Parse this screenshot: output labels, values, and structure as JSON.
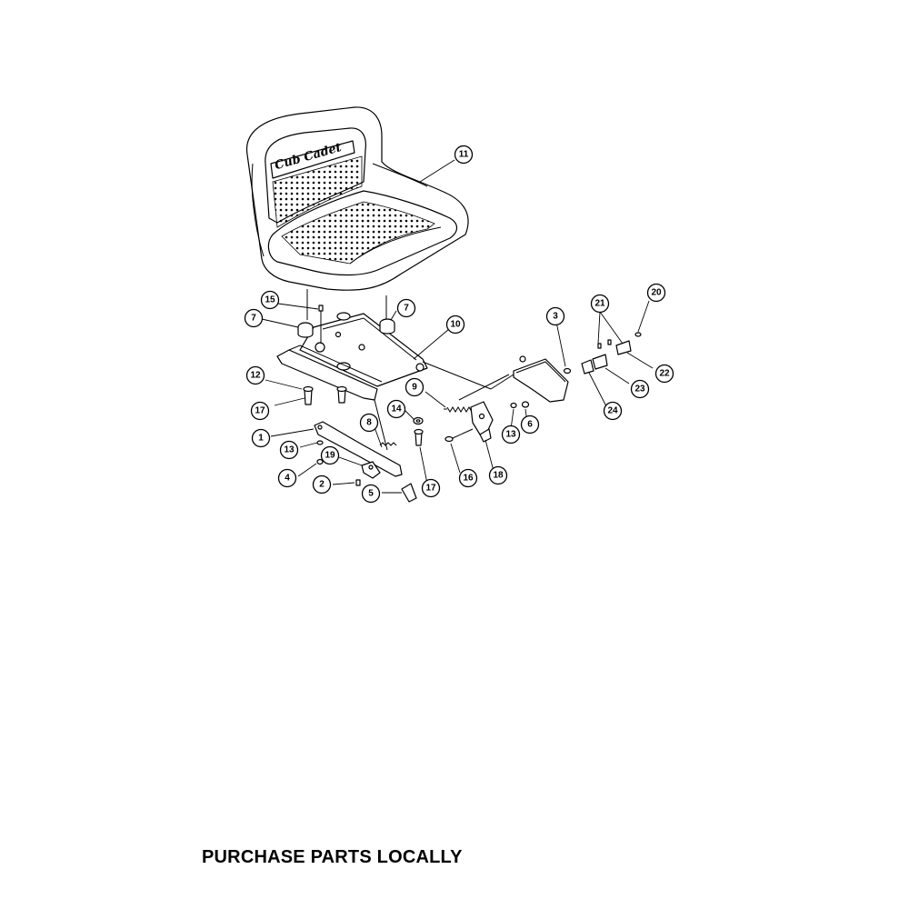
{
  "diagram": {
    "brand_logo_text": "Cub Cadet",
    "callouts": [
      {
        "id": "c11",
        "label": "11"
      },
      {
        "id": "c15",
        "label": "15"
      },
      {
        "id": "c7a",
        "label": "7"
      },
      {
        "id": "c7b",
        "label": "7"
      },
      {
        "id": "c10",
        "label": "10"
      },
      {
        "id": "c3",
        "label": "3"
      },
      {
        "id": "c21",
        "label": "21"
      },
      {
        "id": "c20",
        "label": "20"
      },
      {
        "id": "c12",
        "label": "12"
      },
      {
        "id": "c22",
        "label": "22"
      },
      {
        "id": "c23",
        "label": "23"
      },
      {
        "id": "c9",
        "label": "9"
      },
      {
        "id": "c24",
        "label": "24"
      },
      {
        "id": "c17a",
        "label": "17"
      },
      {
        "id": "c14",
        "label": "14"
      },
      {
        "id": "c6",
        "label": "6"
      },
      {
        "id": "c13a",
        "label": "13"
      },
      {
        "id": "c8",
        "label": "8"
      },
      {
        "id": "c1",
        "label": "1"
      },
      {
        "id": "c13b",
        "label": "13"
      },
      {
        "id": "c19",
        "label": "19"
      },
      {
        "id": "c4",
        "label": "4"
      },
      {
        "id": "c16",
        "label": "16"
      },
      {
        "id": "c18",
        "label": "18"
      },
      {
        "id": "c2",
        "label": "2"
      },
      {
        "id": "c17b",
        "label": "17"
      },
      {
        "id": "c5",
        "label": "5"
      }
    ]
  },
  "footer": {
    "text": "PURCHASE PARTS LOCALLY"
  }
}
